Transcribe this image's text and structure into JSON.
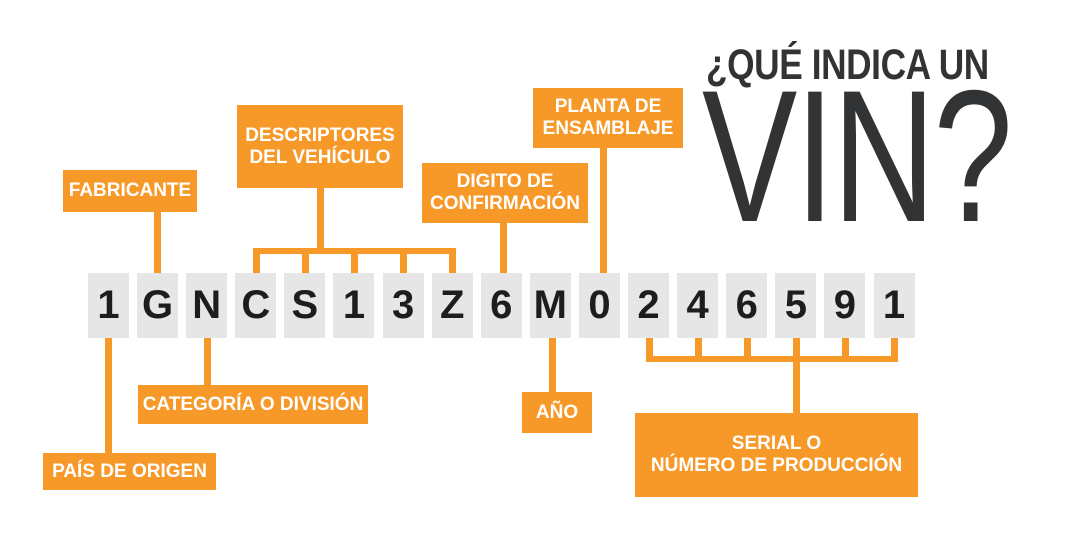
{
  "background": "#ffffff",
  "colors": {
    "accent_orange": "#F79929",
    "char_box_gray": "#E6E6E6",
    "char_text": "#1D1D1B",
    "title_text": "#323335",
    "label_text": "#FFFFFF"
  },
  "title": {
    "line1": "¿QUÉ INDICA UN",
    "line2": "VIN?"
  },
  "vin": {
    "characters": [
      "1",
      "G",
      "N",
      "C",
      "S",
      "1",
      "3",
      "Z",
      "6",
      "M",
      "0",
      "2",
      "4",
      "6",
      "5",
      "9",
      "1"
    ]
  },
  "labels": {
    "fabricante": {
      "text": "FABRICANTE",
      "char_positions": [
        2
      ]
    },
    "descriptores": {
      "line1": "DESCRIPTORES",
      "line2": "DEL VEHÍCULO",
      "char_positions": [
        4,
        5,
        6,
        7,
        8
      ]
    },
    "digito": {
      "line1": "DIGITO DE",
      "line2": "CONFIRMACIÓN",
      "char_positions": [
        9
      ]
    },
    "planta": {
      "line1": "PLANTA DE",
      "line2": "ENSAMBLAJE",
      "char_positions": [
        11
      ]
    },
    "pais": {
      "text": "PAÍS DE ORIGEN",
      "char_positions": [
        1
      ]
    },
    "categoria": {
      "text": "CATEGORÍA O DIVISIÓN",
      "char_positions": [
        3
      ]
    },
    "ano": {
      "text": "AÑO",
      "char_positions": [
        10
      ]
    },
    "serial": {
      "line1": "SERIAL O",
      "line2": "NÚMERO DE PRODUCCIÓN",
      "char_positions": [
        12,
        13,
        14,
        15,
        16,
        17
      ]
    }
  }
}
